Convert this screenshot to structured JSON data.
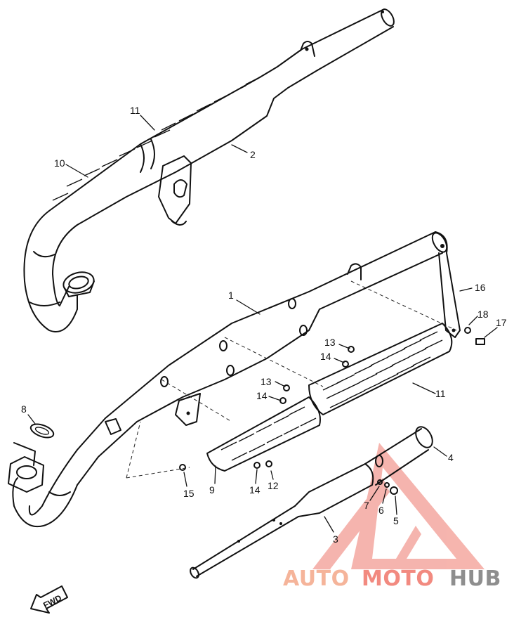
{
  "callouts": [
    {
      "id": "c1",
      "text": "1"
    },
    {
      "id": "c2",
      "text": "2"
    },
    {
      "id": "c3",
      "text": "3"
    },
    {
      "id": "c4",
      "text": "4"
    },
    {
      "id": "c5",
      "text": "5"
    },
    {
      "id": "c6",
      "text": "6"
    },
    {
      "id": "c7",
      "text": "7"
    },
    {
      "id": "c8",
      "text": "8"
    },
    {
      "id": "c9",
      "text": "9"
    },
    {
      "id": "c10",
      "text": "10"
    },
    {
      "id": "c11a",
      "text": "11"
    },
    {
      "id": "c11b",
      "text": "11"
    },
    {
      "id": "c12",
      "text": "12"
    },
    {
      "id": "c13a",
      "text": "13"
    },
    {
      "id": "c13b",
      "text": "13"
    },
    {
      "id": "c14a",
      "text": "14"
    },
    {
      "id": "c14b",
      "text": "14"
    },
    {
      "id": "c14c",
      "text": "14"
    },
    {
      "id": "c15",
      "text": "15"
    },
    {
      "id": "c16",
      "text": "16"
    },
    {
      "id": "c17",
      "text": "17"
    },
    {
      "id": "c18",
      "text": "18"
    }
  ],
  "fwd_label": "FWD",
  "watermark": {
    "part1": "AUTO",
    "part2": "MOTO",
    "part3": "HUB",
    "colors": {
      "auto": "#f5b49a",
      "moto": "#f28a80",
      "hub": "#8e8e8e",
      "triangle": "#f2a39a"
    }
  }
}
